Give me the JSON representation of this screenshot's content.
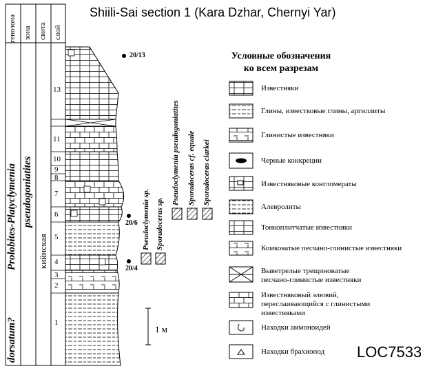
{
  "title": "Shiili-Sai section 1 (Kara Dzhar, Chernyi Yar)",
  "figure_id": "LOC7533",
  "column_headers": {
    "genozone": "генозона",
    "zone": "зона",
    "suite": "свита",
    "bed": "слой"
  },
  "genozone": {
    "line1": "Prolobites-Platyclymenia",
    "line2": "dorsatum?"
  },
  "zone": "pseudogoniatites",
  "suite": "кийнская",
  "beds": [
    "1",
    "2",
    "3",
    "4",
    "5",
    "6",
    "7",
    "8",
    "9",
    "10",
    "11",
    "13"
  ],
  "samples": [
    "20/13",
    "20/6",
    "20/4"
  ],
  "taxa": [
    "Pseudoclymenia sp.",
    "Sporadoceras sp.",
    "Pseudoclymenia pseudogoniatites",
    "Sporadoceras cf. equale",
    "Sporadoceras clarkei"
  ],
  "scale_label": "1 м",
  "legend": {
    "heading1": "Условные обозначения",
    "heading2": "ко всем разрезам",
    "items": [
      {
        "icon": "limestone-pattern",
        "label": "Известняки"
      },
      {
        "icon": "clay-pattern",
        "label": "Глины, известковые глины, аргиллиты"
      },
      {
        "icon": "clayey-limestone-pattern",
        "label": "Глинистые известняки"
      },
      {
        "icon": "black-concretion-pattern",
        "label": "Черные конкреции"
      },
      {
        "icon": "limestone-conglomerate-pattern",
        "label": "Известняковые конгломераты"
      },
      {
        "icon": "siltstone-pattern",
        "label": "Алевролиты"
      },
      {
        "icon": "thin-platy-limestone-pattern",
        "label": "Тонкоплитчатые известняки"
      },
      {
        "icon": "nodular-limestone-pattern",
        "label": "Комковатые песчано-глинистые известняки"
      },
      {
        "icon": "weathered-limestone-pattern",
        "label": "Выветрелые трещиноватые песчано-глинистые известняки"
      },
      {
        "icon": "limestone-eluvium-pattern",
        "label": "Известняковый элювий, переслаивающийся с глинистыми известняками"
      },
      {
        "icon": "ammonoid-icon",
        "label": "Находки аммоноидей"
      },
      {
        "icon": "brachiopod-icon",
        "label": "Находки брахиопод"
      }
    ]
  }
}
